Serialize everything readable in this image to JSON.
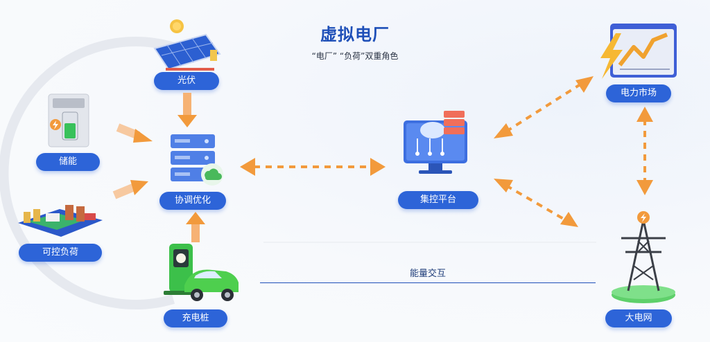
{
  "title": "虚拟电厂",
  "subtitle": "“电厂” “负荷”双重角色",
  "nodes": {
    "solar": "光伏",
    "storage": "储能",
    "controllable_load": "可控负荷",
    "coordination": "协调优化",
    "charging_pile": "充电桩",
    "platform": "集控平台",
    "market": "电力市场",
    "grid": "大电网"
  },
  "interaction_label": "能量交互",
  "colors": {
    "pill": "#2d64d8",
    "title": "#1e4fb8",
    "arrow": "#f29a3c",
    "server": "#4f7fe6",
    "ev_green": "#3cc04a"
  }
}
